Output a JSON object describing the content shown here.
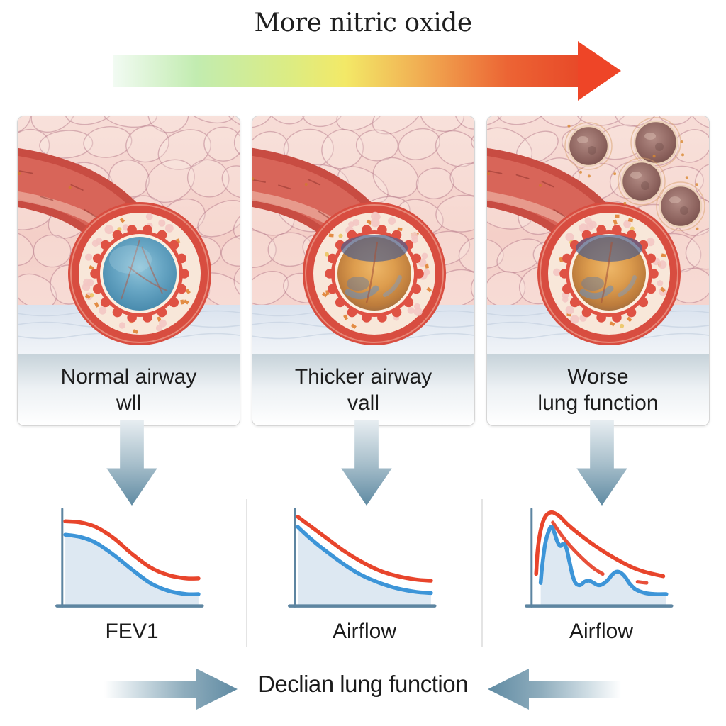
{
  "title": "More nitric oxide",
  "gradient_arrow": {
    "label_meaning": "increasing nitric oxide left to right",
    "stops": [
      [
        0,
        "#f2fbf3"
      ],
      [
        0.18,
        "#c2ecb0"
      ],
      [
        0.38,
        "#dcec83"
      ],
      [
        0.5,
        "#f3e967"
      ],
      [
        0.65,
        "#f1b254"
      ],
      [
        0.85,
        "#ec6434"
      ],
      [
        1,
        "#e84a29"
      ]
    ],
    "head_color": "#ee4527"
  },
  "panels": [
    {
      "label_line1": "Normal airway",
      "label_line2": "wll",
      "lumen": "blue",
      "alveoli": false
    },
    {
      "label_line1": "Thicker airway",
      "label_line2": "vall",
      "lumen": "amber",
      "alveoli": false
    },
    {
      "label_line1": "Worse",
      "label_line2": "lung function",
      "lumen": "amber",
      "alveoli": true
    }
  ],
  "bottom": {
    "text": "Declian lung function"
  },
  "icons": {
    "down_arrow": "down-arrow",
    "gradient_arrow": "right-arrow",
    "bottom_left_arrow": "right-arrow",
    "bottom_right_arrow": "left-arrow"
  },
  "chart_data": [
    {
      "type": "line",
      "title": "FEV1",
      "xlabel": "",
      "ylabel": "",
      "axes": "unlabeled, schematic decline over time",
      "units": "normalized 0-100 plot coordinates, y down, baseline 91",
      "series": [
        {
          "name": "higher curve (red)",
          "color": "#e8452c",
          "width": 5.5,
          "fill": false,
          "points": [
            [
              8,
              16
            ],
            [
              18,
              17
            ],
            [
              28,
              21
            ],
            [
              40,
              31
            ],
            [
              52,
              45
            ],
            [
              64,
              57
            ],
            [
              76,
              64
            ],
            [
              88,
              67
            ],
            [
              96,
              67
            ]
          ]
        },
        {
          "name": "lower curve (blue)",
          "color": "#3d95d8",
          "width": 5.5,
          "fill": true,
          "points": [
            [
              8,
              28
            ],
            [
              18,
              30
            ],
            [
              28,
              35
            ],
            [
              40,
              46
            ],
            [
              52,
              59
            ],
            [
              64,
              71
            ],
            [
              76,
              78
            ],
            [
              88,
              81
            ],
            [
              96,
              81
            ]
          ]
        }
      ]
    },
    {
      "type": "line",
      "title": "Airflow",
      "xlabel": "",
      "ylabel": "",
      "axes": "unlabeled, schematic exponential decline",
      "units": "normalized 0-100 plot coordinates, y down, baseline 91",
      "series": [
        {
          "name": "higher curve (red)",
          "color": "#e8452c",
          "width": 5.5,
          "fill": false,
          "points": [
            [
              8,
              12
            ],
            [
              16,
              20
            ],
            [
              26,
              30
            ],
            [
              38,
              42
            ],
            [
              50,
              52
            ],
            [
              62,
              60
            ],
            [
              74,
              65
            ],
            [
              86,
              68
            ],
            [
              96,
              69
            ]
          ]
        },
        {
          "name": "lower curve (blue)",
          "color": "#3d95d8",
          "width": 5.5,
          "fill": true,
          "points": [
            [
              8,
              21
            ],
            [
              16,
              31
            ],
            [
              26,
              42
            ],
            [
              38,
              54
            ],
            [
              50,
              64
            ],
            [
              62,
              71
            ],
            [
              74,
              76
            ],
            [
              86,
              79
            ],
            [
              96,
              80
            ]
          ]
        }
      ]
    },
    {
      "type": "line",
      "title": "Airflow",
      "xlabel": "",
      "ylabel": "",
      "axes": "unlabeled, spiky flow-volume style curves",
      "units": "normalized 0-100 plot coordinates, y down, baseline 91",
      "series": [
        {
          "name": "outer red curve",
          "color": "#e8452c",
          "width": 5.5,
          "fill": false,
          "points": [
            [
              9,
              63
            ],
            [
              10,
              42
            ],
            [
              12,
              24
            ],
            [
              15,
              12
            ],
            [
              19,
              8
            ],
            [
              24,
              11
            ],
            [
              30,
              19
            ],
            [
              38,
              28
            ],
            [
              47,
              37
            ],
            [
              56,
              45
            ],
            [
              65,
              52
            ],
            [
              74,
              58
            ],
            [
              83,
              62
            ],
            [
              93,
              65
            ]
          ]
        },
        {
          "name": "inner red curve",
          "color": "#e8503a",
          "width": 5,
          "fill": false,
          "points": [
            [
              20,
              17
            ],
            [
              24,
              25
            ],
            [
              29,
              34
            ],
            [
              35,
              43
            ],
            [
              41,
              51
            ],
            [
              47,
              58
            ],
            [
              53,
              63
            ]
          ]
        },
        {
          "name": "red dash",
          "color": "#e8503a",
          "width": 5,
          "fill": false,
          "points": [
            [
              76,
              70
            ],
            [
              82,
              71
            ]
          ]
        },
        {
          "name": "blue curve",
          "color": "#3d95d8",
          "width": 5.5,
          "fill": true,
          "points": [
            [
              12,
              71
            ],
            [
              13,
              56
            ],
            [
              15,
              36
            ],
            [
              17,
              26
            ],
            [
              19,
              21
            ],
            [
              21,
              26
            ],
            [
              23,
              34
            ],
            [
              25,
              38
            ],
            [
              27,
              36
            ],
            [
              29,
              40
            ],
            [
              31,
              52
            ],
            [
              33,
              64
            ],
            [
              35,
              71
            ],
            [
              38,
              73
            ],
            [
              41,
              70
            ],
            [
              44,
              69
            ],
            [
              47,
              71
            ],
            [
              50,
              73
            ],
            [
              53,
              72
            ],
            [
              56,
              69
            ],
            [
              59,
              64
            ],
            [
              62,
              61
            ],
            [
              65,
              62
            ],
            [
              68,
              66
            ],
            [
              71,
              72
            ],
            [
              75,
              77
            ],
            [
              81,
              80
            ],
            [
              88,
              81
            ],
            [
              95,
              81
            ]
          ]
        }
      ]
    }
  ],
  "colors": {
    "chart_axis": "#5d85a1",
    "chart_fill": "#dde8f2",
    "chart_red": "#e8452c",
    "chart_blue": "#3d95d8",
    "divider": "#e4e4e4",
    "steel_arrow": "#608ba3",
    "down_arrow_stops": [
      [
        0,
        "#e7edf1"
      ],
      [
        0.5,
        "#a9c0cc"
      ],
      [
        1,
        "#5f8aa2"
      ]
    ],
    "steel_fade_left": [
      [
        0,
        "#ffffff"
      ],
      [
        0.25,
        "#cfdde4"
      ],
      [
        0.6,
        "#8fadbd"
      ],
      [
        1,
        "#608ba3"
      ]
    ],
    "steel_fade_right": [
      [
        0,
        "#608ba3"
      ],
      [
        0.4,
        "#8fadbd"
      ],
      [
        0.75,
        "#cfdde4"
      ],
      [
        1,
        "#ffffff"
      ]
    ],
    "panel_border": "#d6d6d6",
    "tissue_pink": "#f4cfc8",
    "airway_red": "#d84d40",
    "mucosa_cream": "#f8e7d9",
    "lumen_blue": [
      [
        0,
        "#93c6da"
      ],
      [
        0.45,
        "#68a6c4"
      ],
      [
        1,
        "#3f82a6"
      ]
    ],
    "lumen_amber": [
      [
        0,
        "#eeb768"
      ],
      [
        0.4,
        "#dd9d4e"
      ],
      [
        0.75,
        "#bd7c3c"
      ],
      [
        1,
        "#8a6243"
      ]
    ],
    "alveolus": [
      [
        0,
        "#b28b84"
      ],
      [
        0.65,
        "#8c625d"
      ],
      [
        1,
        "#714a47"
      ]
    ]
  }
}
